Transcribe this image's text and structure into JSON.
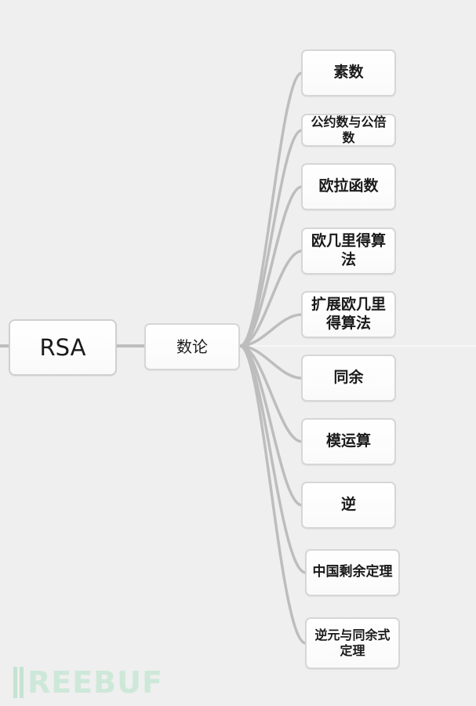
{
  "mindmap": {
    "root": {
      "label": "RSA"
    },
    "branch": {
      "label": "数论"
    },
    "leaves": [
      {
        "label": "素数"
      },
      {
        "label": "公约数与公倍数"
      },
      {
        "label": "欧拉函数"
      },
      {
        "label": "欧几里得算法"
      },
      {
        "label": "扩展欧几里得算法"
      },
      {
        "label": "同余"
      },
      {
        "label": "模运算"
      },
      {
        "label": "逆"
      },
      {
        "label": "中国剩余定理"
      },
      {
        "label": "逆元与同余式定理"
      }
    ]
  },
  "colors": {
    "background": "#efefef",
    "connector": "#bdbdbd",
    "node_border": "#d6d6d6",
    "node_fill": "#ffffff",
    "text": "#1a1a1a",
    "watermark": "#cde8d9"
  },
  "watermark": {
    "text": "REEBUF",
    "logo": "freebuf-logo"
  }
}
